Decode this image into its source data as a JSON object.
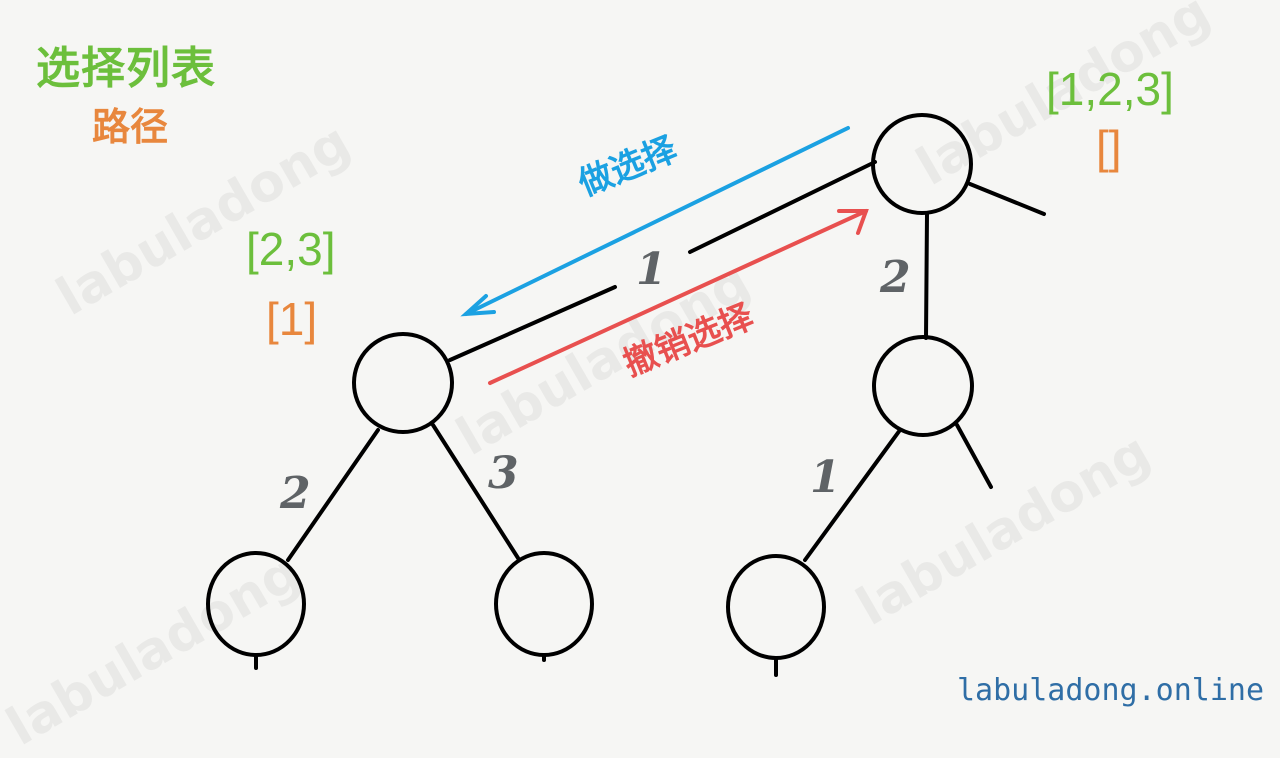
{
  "legend": {
    "choices_label": "选择列表",
    "path_label": "路径",
    "choices_color": "#6cbf3c",
    "path_color": "#e8873d"
  },
  "nodes": {
    "root": {
      "choices": "[1,2,3]",
      "path": "[]"
    },
    "left_child": {
      "choices": "[2,3]",
      "path": "[1]"
    }
  },
  "actions": {
    "make_choice": {
      "label": "做选择",
      "color": "#1ba1e2"
    },
    "undo_choice": {
      "label": "撤销选择",
      "color": "#e8504f"
    }
  },
  "edges": {
    "root_to_left": "1",
    "root_to_middle": "2",
    "left_to_ll": "2",
    "left_to_lr": "3",
    "middle_to_ml": "1"
  },
  "watermark": "labuladong",
  "footer": {
    "site": "labuladong.online"
  }
}
